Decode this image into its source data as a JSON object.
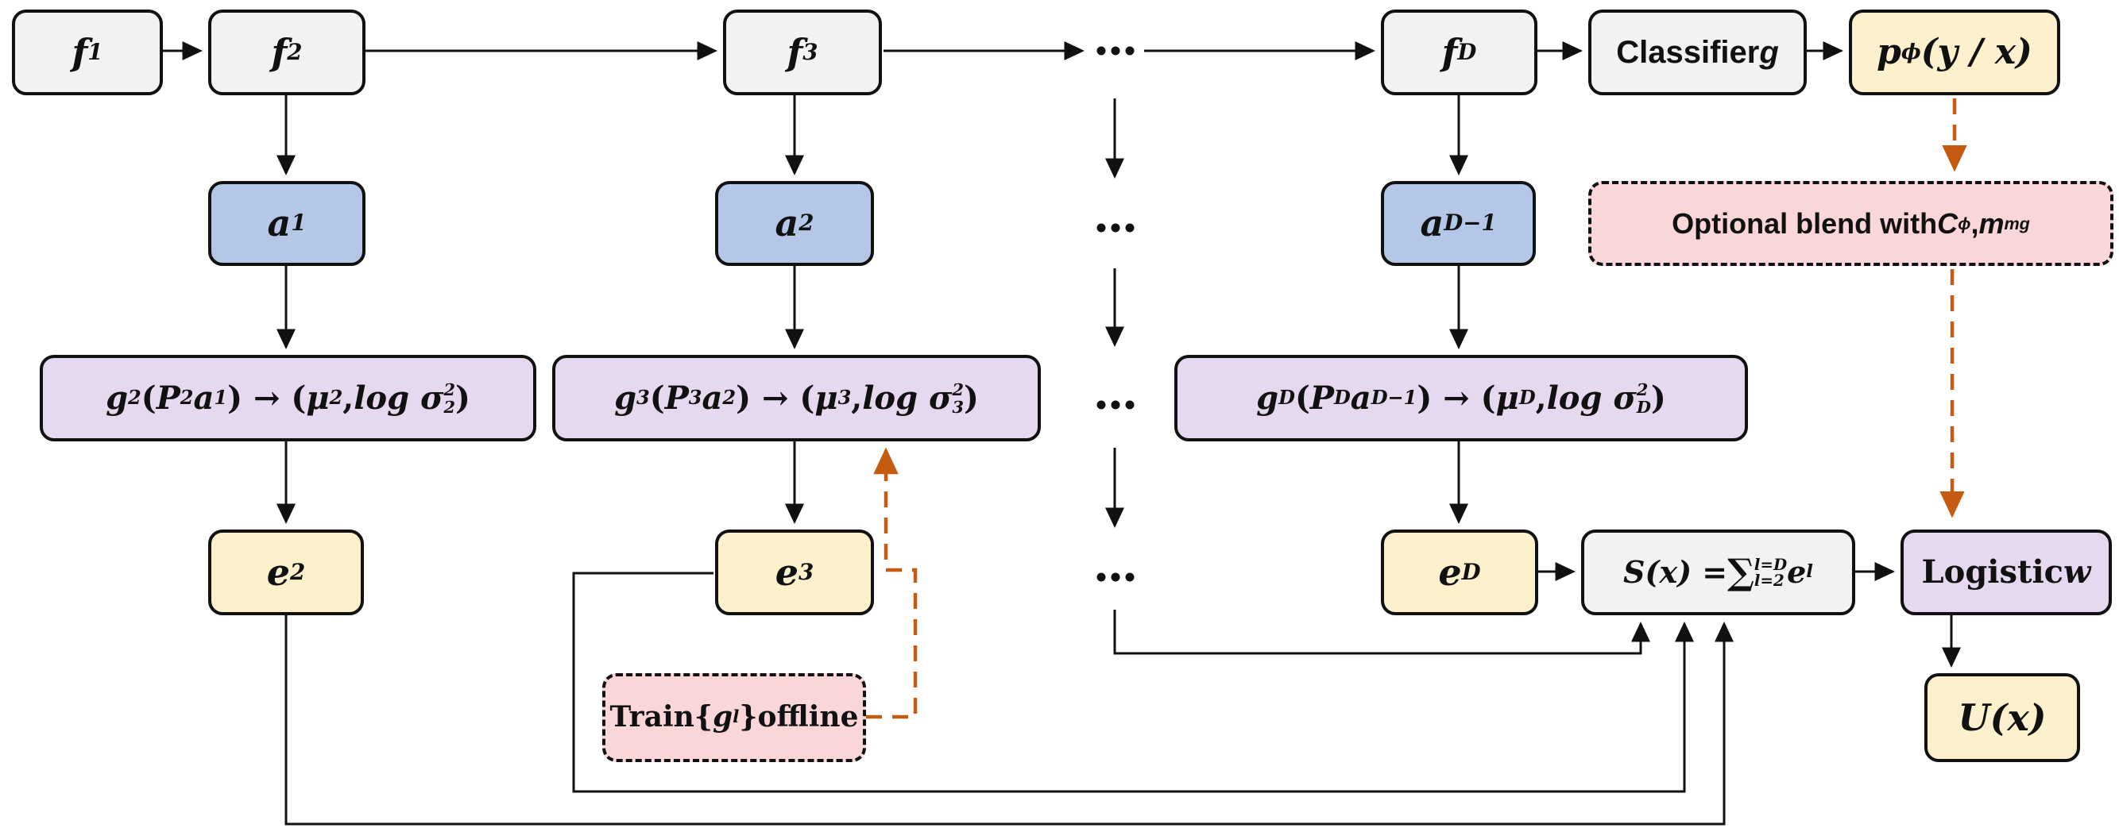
{
  "figure": {
    "description": "Layer-wise feature flow with per-layer Gaussian heads, energy scores aggregated into S(x), logistic uncertainty head U(x), and offline-trained components",
    "palette": {
      "box_gray": "#f2f2f2",
      "box_blue": "#b4c7e7",
      "box_lavender": "#e6d8ee",
      "box_yellow": "#fdf0cd",
      "box_pink": "#f9d6d8",
      "line_black": "#111111",
      "dashed_orange": "#c55a11"
    },
    "ellipsis_glyph": "..."
  },
  "nodes": {
    "f1": {
      "label": [
        {
          "t": "f",
          "s": "i"
        },
        {
          "t": "1",
          "s": "sub"
        }
      ]
    },
    "f2": {
      "label": [
        {
          "t": "f",
          "s": "i"
        },
        {
          "t": "2",
          "s": "sub"
        }
      ]
    },
    "f3": {
      "label": [
        {
          "t": "f",
          "s": "i"
        },
        {
          "t": "3",
          "s": "sub"
        }
      ]
    },
    "fD": {
      "label": [
        {
          "t": "f",
          "s": "i"
        },
        {
          "t": "D",
          "s": "sub"
        }
      ]
    },
    "classifier": {
      "label": [
        {
          "t": "Classifier ",
          "s": "r"
        },
        {
          "t": "g",
          "s": "i"
        }
      ]
    },
    "pphi": {
      "label": [
        {
          "t": "p",
          "s": "i"
        },
        {
          "t": "ϕ",
          "s": "sub"
        },
        {
          "t": "(y / x)",
          "s": "i"
        }
      ]
    },
    "a1": {
      "label": [
        {
          "t": "a",
          "s": "i"
        },
        {
          "t": "1",
          "s": "sub"
        }
      ]
    },
    "a2": {
      "label": [
        {
          "t": "a",
          "s": "i"
        },
        {
          "t": "2",
          "s": "sub"
        }
      ]
    },
    "aD1": {
      "label": [
        {
          "t": "a",
          "s": "i"
        },
        {
          "t": "D−1",
          "s": "sub"
        }
      ]
    },
    "optional_blend": {
      "label": [
        {
          "t": "Optional blend with ",
          "s": "r"
        },
        {
          "t": "C",
          "s": "i"
        },
        {
          "t": "ϕ",
          "s": "sub"
        },
        {
          "t": ", ",
          "s": "r"
        },
        {
          "t": "m",
          "s": "i"
        },
        {
          "t": "mg",
          "s": "sup"
        }
      ]
    },
    "g2": {
      "label": [
        {
          "t": "g",
          "s": "i"
        },
        {
          "t": "2",
          "s": "sub"
        },
        {
          "t": "(",
          "s": "r"
        },
        {
          "t": "P",
          "s": "i"
        },
        {
          "t": "2",
          "s": "sub"
        },
        {
          "t": " ",
          "s": "r"
        },
        {
          "t": "a",
          "s": "i"
        },
        {
          "t": "1",
          "s": "sub"
        },
        {
          "t": ") → (",
          "s": "r"
        },
        {
          "t": "μ",
          "s": "i"
        },
        {
          "t": "2",
          "s": "sub"
        },
        {
          "t": ", ",
          "s": "r"
        },
        {
          "t": "log σ",
          "s": "i"
        },
        {
          "t": "2|2",
          "s": "stack"
        },
        {
          "t": ")",
          "s": "r"
        }
      ]
    },
    "g3": {
      "label": [
        {
          "t": "g",
          "s": "i"
        },
        {
          "t": "3",
          "s": "sub"
        },
        {
          "t": "(",
          "s": "r"
        },
        {
          "t": "P",
          "s": "i"
        },
        {
          "t": "3",
          "s": "sub"
        },
        {
          "t": " ",
          "s": "r"
        },
        {
          "t": "a",
          "s": "i"
        },
        {
          "t": "2",
          "s": "sub"
        },
        {
          "t": ") → (",
          "s": "r"
        },
        {
          "t": "μ",
          "s": "i"
        },
        {
          "t": "3",
          "s": "sub"
        },
        {
          "t": ", ",
          "s": "r"
        },
        {
          "t": "log σ",
          "s": "i"
        },
        {
          "t": "2|3",
          "s": "stack"
        },
        {
          "t": ")",
          "s": "r"
        }
      ]
    },
    "gD": {
      "label": [
        {
          "t": "g",
          "s": "i"
        },
        {
          "t": "D",
          "s": "sub"
        },
        {
          "t": "(",
          "s": "r"
        },
        {
          "t": "P",
          "s": "i"
        },
        {
          "t": "D",
          "s": "sub"
        },
        {
          "t": " ",
          "s": "r"
        },
        {
          "t": "a",
          "s": "i"
        },
        {
          "t": "D−1",
          "s": "sub"
        },
        {
          "t": ") → (",
          "s": "r"
        },
        {
          "t": "μ",
          "s": "i"
        },
        {
          "t": "D",
          "s": "sub"
        },
        {
          "t": ", ",
          "s": "r"
        },
        {
          "t": "log σ",
          "s": "i"
        },
        {
          "t": "2|D",
          "s": "stack"
        },
        {
          "t": ")",
          "s": "r"
        }
      ]
    },
    "e2": {
      "label": [
        {
          "t": "e",
          "s": "i"
        },
        {
          "t": "2",
          "s": "sub"
        }
      ]
    },
    "e3": {
      "label": [
        {
          "t": "e",
          "s": "i"
        },
        {
          "t": "3",
          "s": "sub"
        }
      ]
    },
    "eD": {
      "label": [
        {
          "t": "e",
          "s": "i"
        },
        {
          "t": "D",
          "s": "sub"
        }
      ]
    },
    "S": {
      "label": [
        {
          "t": "S(x) =",
          "s": "i"
        },
        {
          "t": "∑",
          "s": "big"
        },
        {
          "t": "l=D|l=2",
          "s": "stack"
        },
        {
          "t": " ",
          "s": "r"
        },
        {
          "t": "e",
          "s": "i"
        },
        {
          "t": "l",
          "s": "sub"
        }
      ]
    },
    "logistic": {
      "label": [
        {
          "t": "Logistic ",
          "s": "r"
        },
        {
          "t": "w",
          "s": "i"
        }
      ]
    },
    "U": {
      "label": [
        {
          "t": "U(x)",
          "s": "i"
        }
      ]
    },
    "train_offline": {
      "label": [
        {
          "t": "Train ",
          "s": "r"
        },
        {
          "t": "{",
          "s": "r"
        },
        {
          "t": "g",
          "s": "i"
        },
        {
          "t": "l",
          "s": "sub"
        },
        {
          "t": "} ",
          "s": "r"
        },
        {
          "t": "offline",
          "s": "r"
        }
      ]
    }
  }
}
